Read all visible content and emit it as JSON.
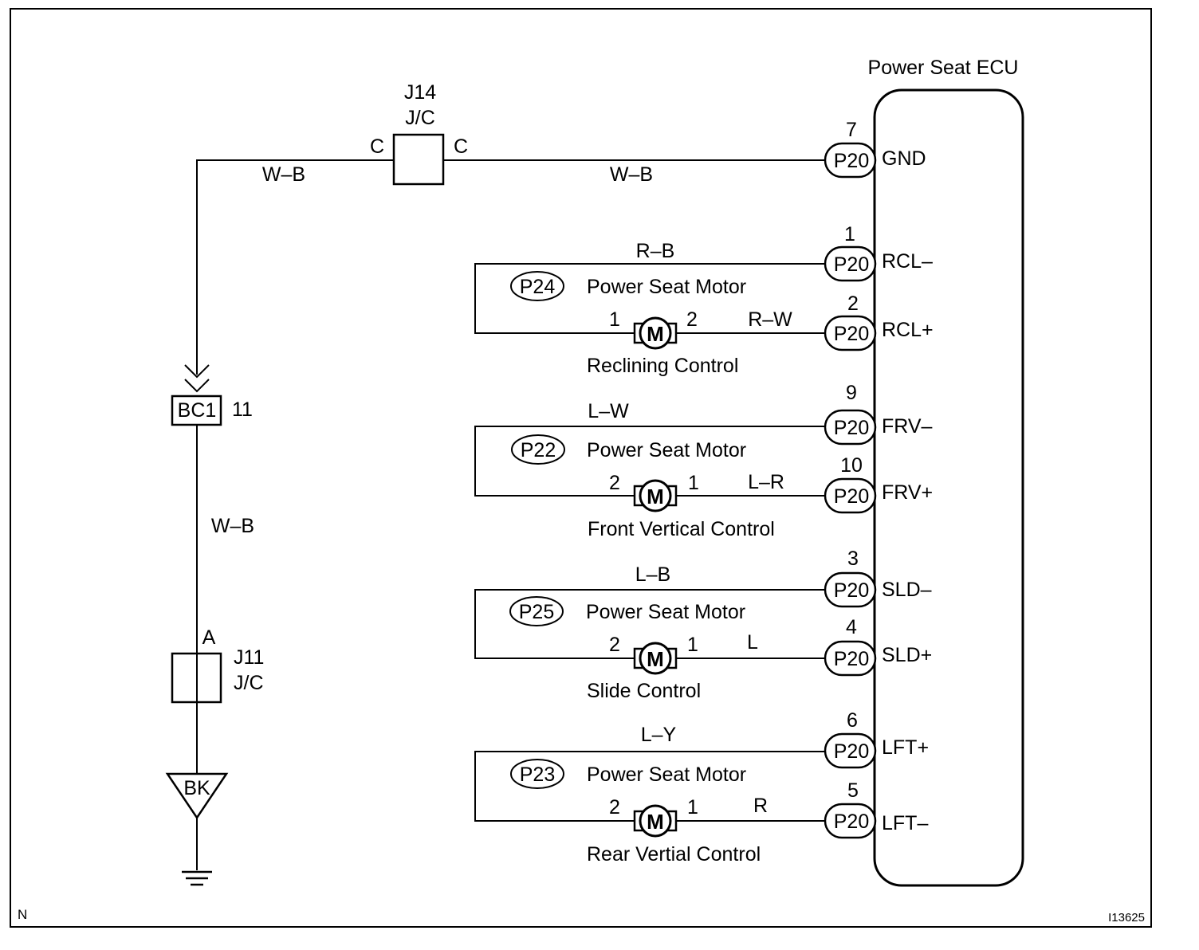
{
  "ecu": {
    "title": "Power Seat ECU",
    "connector": "P20",
    "terminals": [
      {
        "pin": "7",
        "name": "GND"
      },
      {
        "pin": "1",
        "name": "RCL–"
      },
      {
        "pin": "2",
        "name": "RCL+"
      },
      {
        "pin": "9",
        "name": "FRV–"
      },
      {
        "pin": "10",
        "name": "FRV+"
      },
      {
        "pin": "3",
        "name": "SLD–"
      },
      {
        "pin": "4",
        "name": "SLD+"
      },
      {
        "pin": "6",
        "name": "LFT+"
      },
      {
        "pin": "5",
        "name": "LFT–"
      }
    ]
  },
  "ground_circuit": {
    "j14": {
      "id": "J14",
      "type": "J/C",
      "left_pin": "C",
      "right_pin": "C"
    },
    "wire_right": "W–B",
    "wire_left": "W–B",
    "bc1": {
      "id": "BC1",
      "pin": "11"
    },
    "wire_down": "W–B",
    "j11": {
      "id": "J11",
      "type": "J/C",
      "pin": "A"
    },
    "ground_point": "BK"
  },
  "motors": [
    {
      "connector": "P24",
      "title": "Power Seat Motor",
      "function": "Reclining Control",
      "top_wire": "R–B",
      "bottom_wire": "R–W",
      "left_pin": "1",
      "right_pin": "2",
      "symbol": "M"
    },
    {
      "connector": "P22",
      "title": "Power Seat Motor",
      "function": "Front Vertical Control",
      "top_wire": "L–W",
      "bottom_wire": "L–R",
      "left_pin": "2",
      "right_pin": "1",
      "symbol": "M"
    },
    {
      "connector": "P25",
      "title": "Power Seat Motor",
      "function": "Slide Control",
      "top_wire": "L–B",
      "bottom_wire": "L",
      "left_pin": "2",
      "right_pin": "1",
      "symbol": "M"
    },
    {
      "connector": "P23",
      "title": "Power Seat Motor",
      "function": "Rear Vertial Control",
      "top_wire": "L–Y",
      "bottom_wire": "R",
      "left_pin": "2",
      "right_pin": "1",
      "symbol": "M"
    }
  ],
  "corner_marks": {
    "left": "N",
    "right": "I13625"
  }
}
